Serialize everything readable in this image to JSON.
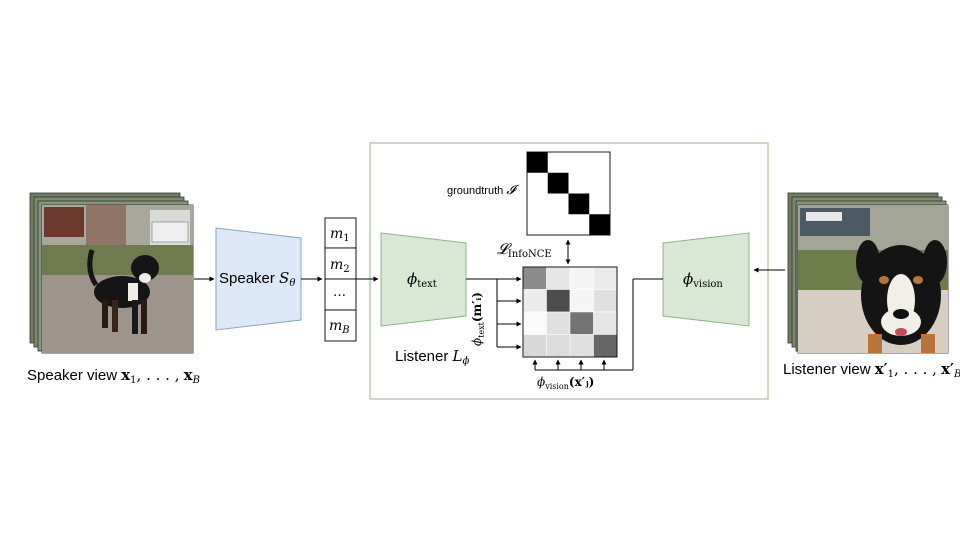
{
  "speaker_view": {
    "label_prefix": "Speaker view",
    "label_math_a": "x",
    "label_math_sub1": "1",
    "label_math_mid": ", . . . ,",
    "label_math_b": "x",
    "label_math_subB": "B"
  },
  "speaker": {
    "label": "Speaker",
    "symbol": "S",
    "symbol_sub": "θ"
  },
  "messages": {
    "items": [
      {
        "sym": "m",
        "sub": "1"
      },
      {
        "sym": "m",
        "sub": "2"
      },
      {
        "sym": "…",
        "sub": ""
      },
      {
        "sym": "m",
        "sub": "B"
      }
    ]
  },
  "text_encoder": {
    "symbol": "ϕ",
    "sub": "text"
  },
  "vision_encoder": {
    "symbol": "ϕ",
    "sub": "vision"
  },
  "groundtruth": {
    "label": "groundtruth",
    "symbol": "𝓘"
  },
  "loss": {
    "symbol": "𝓛",
    "sub": "InfoNCE"
  },
  "listener": {
    "label": "Listener",
    "symbol": "L",
    "sub": "ϕ"
  },
  "text_emb_label": {
    "symbol": "ϕ",
    "sub": "text",
    "arg": "(m′ᵢ)"
  },
  "vision_emb_label": {
    "symbol": "ϕ",
    "sub": "vision",
    "arg": "(x′ⱼ)"
  },
  "listener_view": {
    "label_prefix": "Listener view",
    "label_math_a": "x′",
    "label_math_sub1": "1",
    "label_math_mid": ", . . . ,",
    "label_math_b": "x′",
    "label_math_subB": "B"
  },
  "similarity_matrix": {
    "rows": 4,
    "cols": 4,
    "gray_levels": [
      [
        0.55,
        0.9,
        0.96,
        0.92
      ],
      [
        0.92,
        0.3,
        0.96,
        0.88
      ],
      [
        0.98,
        0.88,
        0.45,
        0.9
      ],
      [
        0.85,
        0.86,
        0.88,
        0.4
      ]
    ]
  },
  "groundtruth_matrix": {
    "rows": 4,
    "cols": 4,
    "diagonal_black": true
  },
  "colors": {
    "speaker_fill": "#dde8f6",
    "speaker_stroke": "#8aa2c8",
    "encoder_fill": "#d8e8d4",
    "encoder_stroke": "#8fb38a",
    "listener_frame": "#a9c39f"
  }
}
